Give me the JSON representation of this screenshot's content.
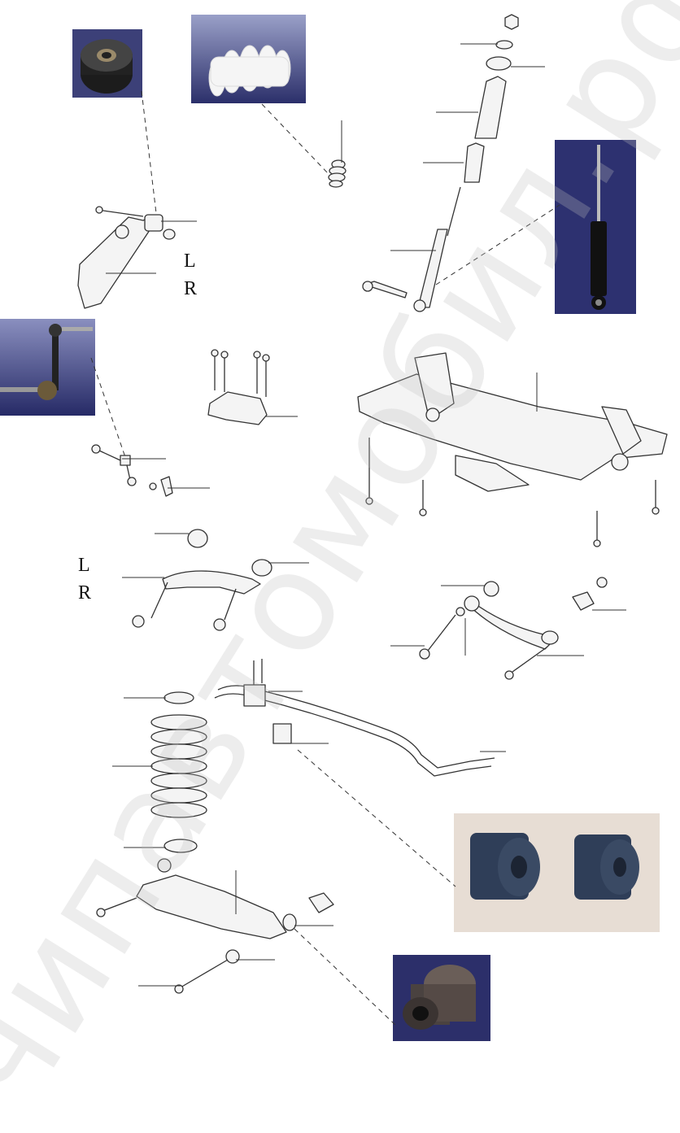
{
  "labels": {
    "upper_side_l": "L",
    "upper_side_r": "R",
    "lower_side_l": "L",
    "lower_side_r": "R"
  },
  "watermark": "чипавтомобил.рф",
  "colors": {
    "line": "#333333",
    "photo_dark_blue": "#2a2e66",
    "part_fill": "#f4f4f4"
  },
  "photos": [
    {
      "name": "bushing-photo-top-left"
    },
    {
      "name": "bump-stop-photo"
    },
    {
      "name": "shock-absorber-photo"
    },
    {
      "name": "stabilizer-link-photo"
    },
    {
      "name": "stabilizer-bushings-photo"
    },
    {
      "name": "lower-arm-bushing-photo"
    }
  ]
}
